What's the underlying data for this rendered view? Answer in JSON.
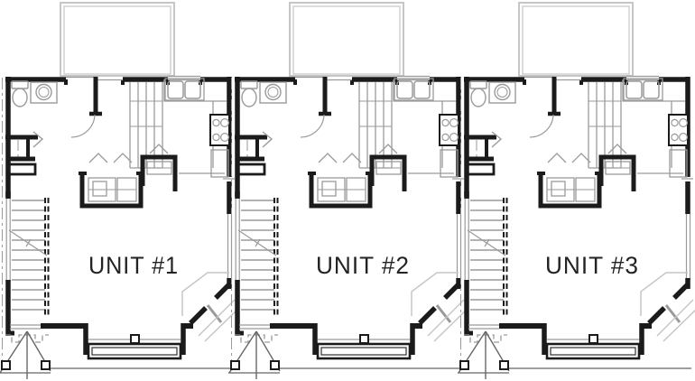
{
  "plan": {
    "units": [
      {
        "label": "UNIT #1"
      },
      {
        "label": "UNIT #2"
      },
      {
        "label": "UNIT #3"
      }
    ],
    "features": [
      "deck",
      "bathroom",
      "closet",
      "kitchen",
      "pantry-shelves",
      "fireplace",
      "media-niche",
      "staircase",
      "bay-window",
      "corner-entry-door",
      "front-porch-gable",
      "porch-posts"
    ],
    "fixture_icons": [
      "toilet-icon",
      "vanity-sink-icon",
      "double-kitchen-sink-icon",
      "stove-burners-icon",
      "door-swing-icon",
      "stair-direction-arrow"
    ],
    "colors": {
      "bg": "#ffffff",
      "wall": "#1b1b1b",
      "fixture": "#9a9a9a",
      "light": "#c6c6c6",
      "ground": "#666666",
      "text": "#232323"
    }
  }
}
